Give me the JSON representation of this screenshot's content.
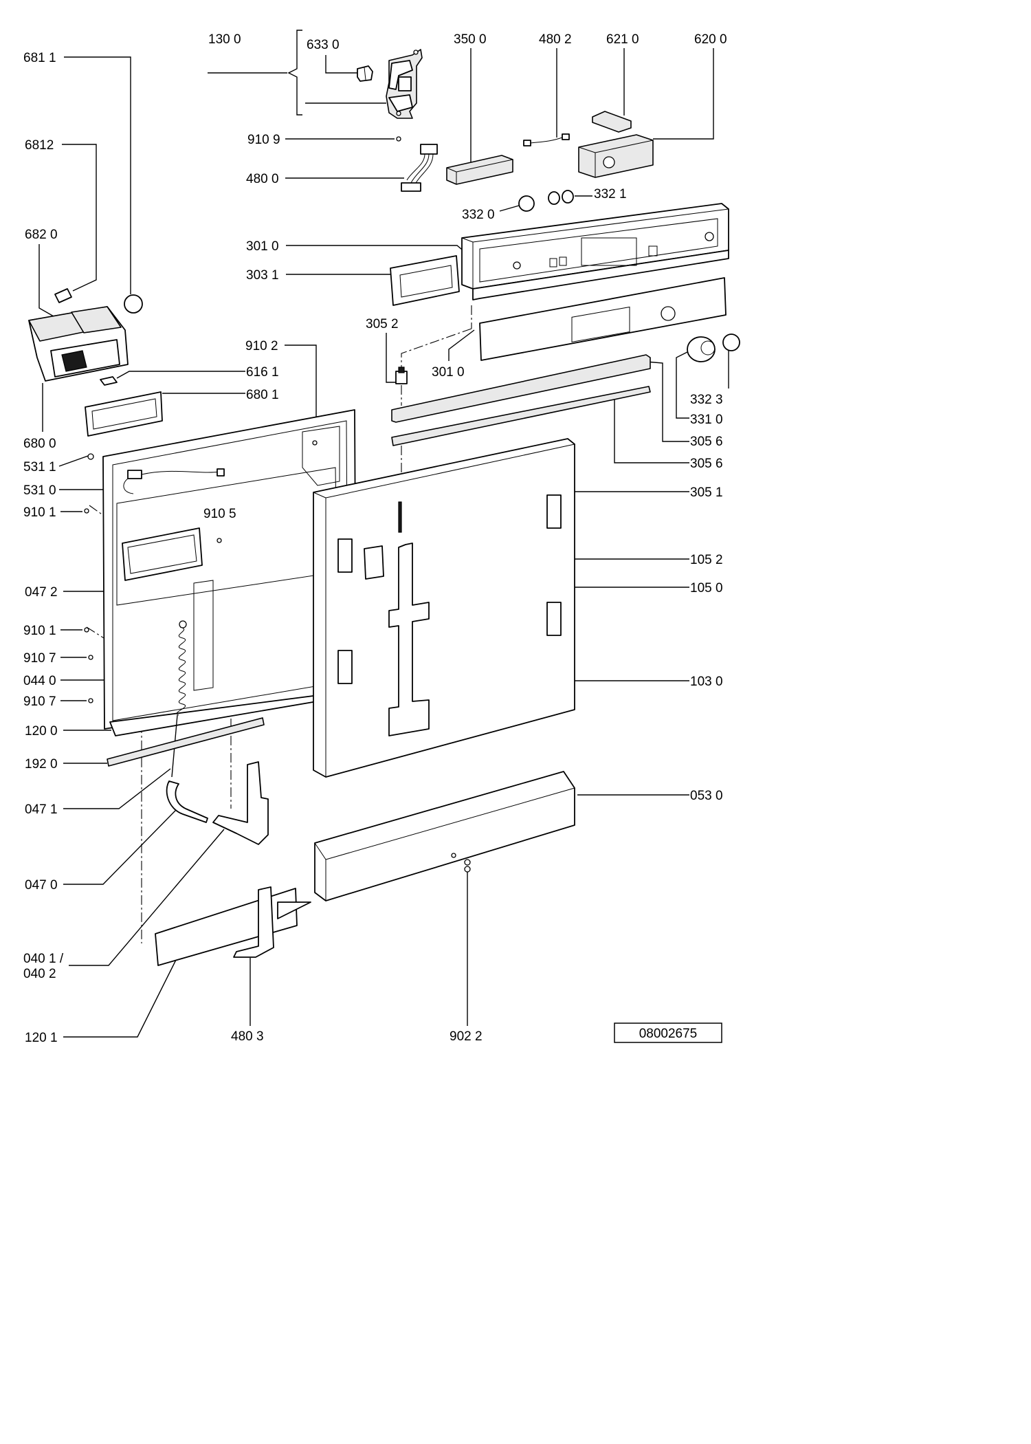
{
  "diagram": {
    "drawing_number": "08002675",
    "labels": {
      "l6811": "681 1",
      "l1300": "130 0",
      "l6330": "633 0",
      "l3500": "350 0",
      "l4802": "480 2",
      "l6210": "621 0",
      "l6200": "620 0",
      "l6812": "6812",
      "l9109": "910 9",
      "l4800": "480 0",
      "l3321": "332 1",
      "l3320": "332 0",
      "l6820": "682 0",
      "l3010a": "301 0",
      "l3031": "303 1",
      "l3052": "305 2",
      "l9102": "910 2",
      "l6161": "616 1",
      "l6801": "680 1",
      "l3010b": "301 0",
      "l3323": "332 3",
      "l3310": "331 0",
      "l3056a": "305 6",
      "l6800": "680 0",
      "l3056b": "305 6",
      "l5311": "531 1",
      "l5310": "531 0",
      "l3051": "305 1",
      "l9101a": "910 1",
      "l9105": "910 5",
      "l1052": "105 2",
      "l1050": "105 0",
      "l0472": "047 2",
      "l9101b": "910 1",
      "l9107a": "910 7",
      "l0440": "044 0",
      "l1030": "103 0",
      "l9107b": "910 7",
      "l1200": "120 0",
      "l1920": "192 0",
      "l0471": "047 1",
      "l0530": "053 0",
      "l0470": "047 0",
      "l0401": "040 1 /",
      "l0402": "040 2",
      "l1201": "120 1",
      "l4803": "480 3",
      "l9022": "902 2"
    }
  }
}
